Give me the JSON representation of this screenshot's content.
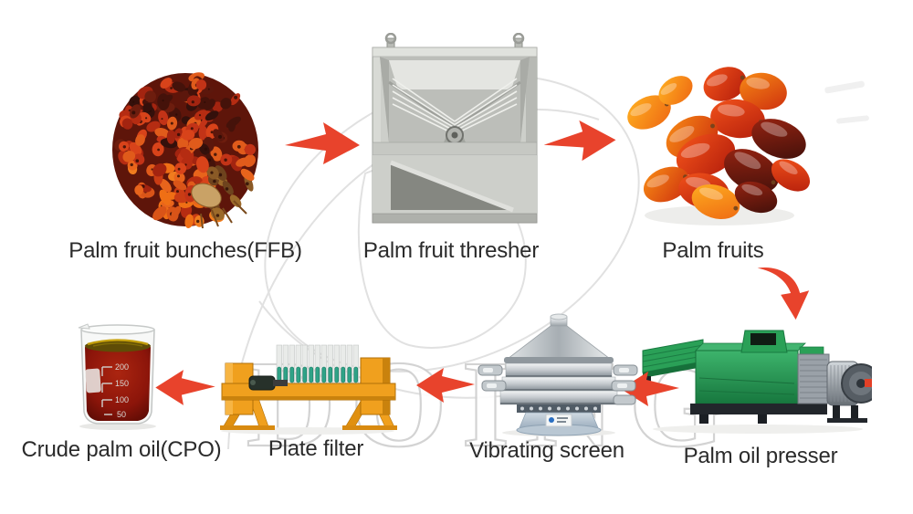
{
  "watermark": {
    "text": "DOING"
  },
  "colors": {
    "arrow": "#e8432c",
    "label_text": "#2b2b2b",
    "plate_filter_frame": "#f0a01e",
    "presser_body": "#2aa057",
    "oil": "#8c150a"
  },
  "stages": [
    {
      "id": "palm-fruit-bunches",
      "label": "Palm fruit bunches(FFB)"
    },
    {
      "id": "palm-fruit-thresher",
      "label": "Palm fruit thresher"
    },
    {
      "id": "palm-fruits",
      "label": "Palm fruits"
    },
    {
      "id": "palm-oil-presser",
      "label": "Palm oil presser"
    },
    {
      "id": "vibrating-screen",
      "label": "Vibrating screen"
    },
    {
      "id": "plate-filter",
      "label": "Plate filter"
    },
    {
      "id": "crude-palm-oil",
      "label": "Crude palm oil(CPO)"
    }
  ],
  "beaker": {
    "graduations": [
      "200",
      "150",
      "100",
      "50"
    ]
  },
  "flow_arrows": [
    "right",
    "right",
    "down",
    "left",
    "left",
    "left"
  ]
}
